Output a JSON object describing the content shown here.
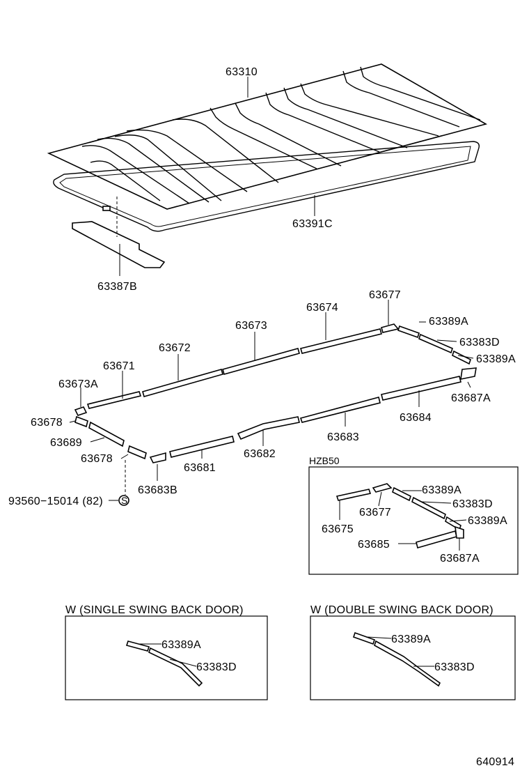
{
  "labels": {
    "p63310": "63310",
    "p63391c": "63391C",
    "p63387b": "63387B",
    "p63677": "63677",
    "p63674": "63674",
    "p63673": "63673",
    "p63672": "63672",
    "p63671": "63671",
    "p63673a": "63673A",
    "p63678_top": "63678",
    "p63689": "63689",
    "p63678_bottom": "63678",
    "p63683b": "63683B",
    "p63681": "63681",
    "p63682": "63682",
    "p63683": "63683",
    "p63684": "63684",
    "p63687a": "63687A",
    "p63389a_1": "63389A",
    "p63383d": "63383D",
    "p63389a_2": "63389A",
    "bolt": "93560−15014 (82)",
    "bolt_symbol": "S"
  },
  "hzb50": {
    "title": "HZB50",
    "p63389a_1": "63389A",
    "p63383d": "63383D",
    "p63389a_2": "63389A",
    "p63677": "63677",
    "p63675": "63675",
    "p63685": "63685",
    "p63687a": "63687A"
  },
  "single_door": {
    "title": "W (SINGLE SWING BACK DOOR)",
    "p63389a": "63389A",
    "p63383d": "63383D"
  },
  "double_door": {
    "title": "W (DOUBLE SWING BACK DOOR)",
    "p63389a": "63389A",
    "p63383d": "63383D"
  },
  "figure_code": "640914"
}
